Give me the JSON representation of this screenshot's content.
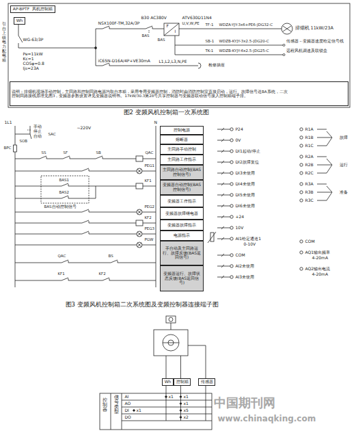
{
  "diagram": {
    "nodes": [
      {
        "text": [
          "AP-BPTF",
          "风机控制箱"
        ]
      },
      {
        "text": [
          "Wh"
        ]
      },
      {
        "text": [
          "说明：排烟机现场手动控制，主回路和控制回路电源均取自本箱，采用专用变频器控制，消防时由消防控制室直接启动，运行、故障信号送BA系统，二次",
          "控制回路接线原理见图3，变频器参数设置详见变频器说明书。17kW/30.3第28号共享控制器与变频器联动信号接入控制箱端子排。"
        ]
      },
      {
        "text": [
          "控制电源"
        ]
      },
      {
        "text": [
          "熔断器"
        ]
      },
      {
        "text": [
          "主回路手动控制"
        ]
      },
      {
        "text": [
          "主回路工作指示"
        ]
      },
      {
        "text": [
          "主回路自动控制(BAS控制信号)"
        ]
      },
      {
        "text": [
          "变频器自动控制(BAS控制信号)"
        ]
      },
      {
        "text": [
          "变频器工作指示"
        ]
      },
      {
        "text": [
          "变频器故障继电器"
        ]
      },
      {
        "text": [
          "变频器故障指示"
        ]
      },
      {
        "text": [
          "电源指示"
        ]
      },
      {
        "text": [
          "手自动及主回路运行、故障反馈(BAS返回信号)"
        ]
      },
      {
        "text": [
          "变频器运行、故障状态反馈(BAS返回信号)"
        ]
      },
      {
        "text": [
          "Wh"
        ]
      },
      {
        "text": [
          "控制箱"
        ]
      },
      {
        "text": [
          "传感器"
        ]
      }
    ],
    "labels": [
      "WG-63/3P",
      "Pe=11kW",
      "Kc=1",
      "COSφ=0.8",
      "Ijs=23A",
      "引自上级电力配电箱",
      "NSX100F-TM,32A/3P",
      "B30 AC380V",
      "ATV630D11N4",
      "U,V,W,PE",
      "F",
      "I",
      "BAS",
      "BAS",
      "iC65N-D16A/4P+VE30mA",
      "L1,L2,L3,N,PE",
      "检修插座",
      "TF-1",
      "WDZA-YJY-3x6+PE6-JDG32-C",
      "排烟机 11kW/23A",
      "SB-1",
      "WDZB-KYJY-3x2.5-JDG20-C",
      "传感器－变频器速度给定信号线",
      "TK-1",
      "WDZB-KYJY-6x2.5-JDG25-C",
      "远程风机调速及联锁盒",
      "图2  变频风机控制箱一次系统图",
      "1L1",
      "N",
      "~220V",
      "手动",
      "停止",
      "自动",
      "SAC",
      "BPC",
      "SOB",
      "SS",
      "SF",
      "SB",
      "QAC",
      "PEG1",
      "BAS1",
      "BAS2",
      "BAS自动控制信号",
      "KF1",
      "PEG2",
      "KF2",
      "PEG3",
      "PGW",
      "QAC",
      "BS",
      "KF1",
      "KF2",
      "P24",
      "0V",
      "DI1起动/停止",
      "DI2故障复位",
      "DI3未使用",
      "DI4未使用",
      "DI5未使用",
      "DI6未使用",
      "+24",
      "10V",
      "AI1给定通道1",
      "0-10V",
      "COM",
      "AI2未使用",
      "AI3未使用",
      "R1A",
      "R1B",
      "R1C",
      "故障",
      "R2A",
      "R2B",
      "R2C",
      "运行",
      "R3A",
      "R3B",
      "R3C",
      "准备",
      "COM",
      "AQ1输出频率",
      "4-20mA",
      "AQ2输出电流",
      "4-20mA",
      "图3  变频风机控制箱二次系统图及变频控制器连接端子图",
      "控制器",
      "信号类型",
      "AI",
      "AO",
      "DI",
      "DO",
      "x1",
      "x1",
      "x1",
      "x1",
      "x5",
      "x2",
      "中国期刊网",
      "www.chinaqking.com"
    ]
  }
}
